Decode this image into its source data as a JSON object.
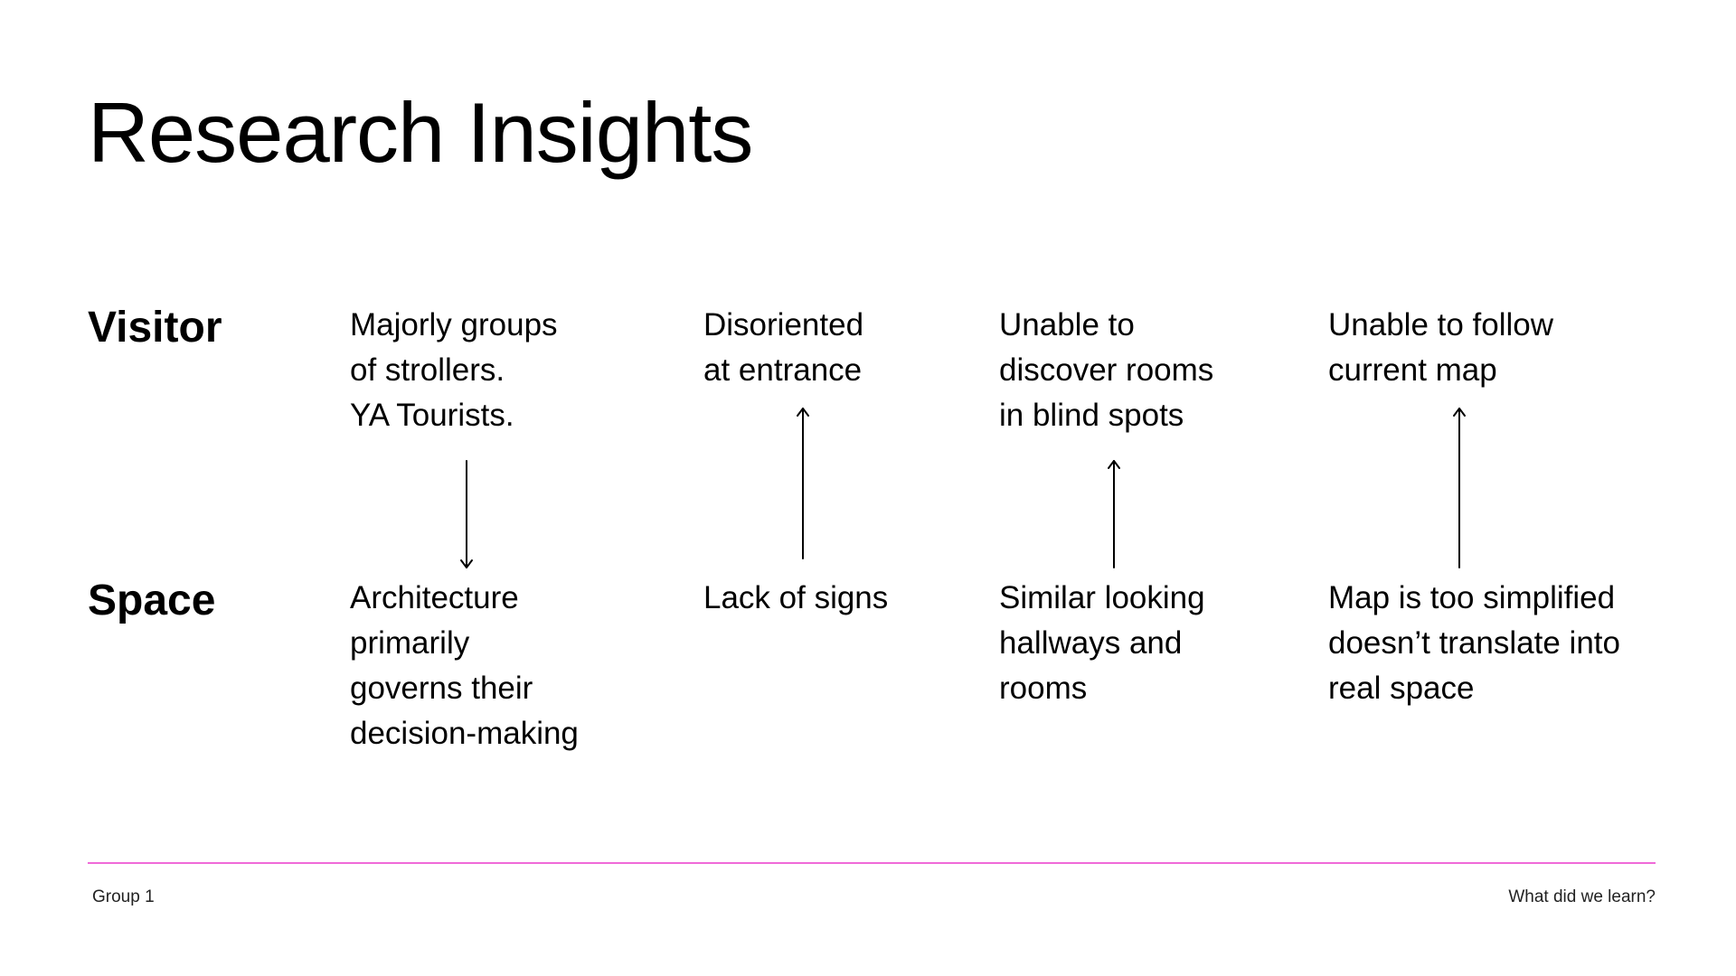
{
  "title": "Research Insights",
  "rows": {
    "visitor_label": "Visitor",
    "space_label": "Space"
  },
  "visitor": [
    {
      "lines": [
        "Majorly groups",
        "of strollers.",
        "YA Tourists."
      ]
    },
    {
      "lines": [
        "Disoriented",
        "at entrance"
      ]
    },
    {
      "lines": [
        "Unable to",
        "discover rooms",
        "in blind spots"
      ]
    },
    {
      "lines": [
        "Unable to follow",
        "current map"
      ]
    }
  ],
  "space": [
    {
      "lines": [
        "Architecture",
        "primarily",
        "governs their",
        "decision-making"
      ]
    },
    {
      "lines": [
        "Lack of signs"
      ]
    },
    {
      "lines": [
        "Similar looking",
        "hallways and",
        "rooms"
      ]
    },
    {
      "lines": [
        "Map is too simplified",
        "doesn’t translate into",
        "real space"
      ]
    }
  ],
  "arrows": [
    {
      "from": "visitor.0",
      "to": "space.0",
      "direction": "down"
    },
    {
      "from": "space.1",
      "to": "visitor.1",
      "direction": "up"
    },
    {
      "from": "space.2",
      "to": "visitor.2",
      "direction": "up"
    },
    {
      "from": "space.3",
      "to": "visitor.3",
      "direction": "up"
    }
  ],
  "footer": {
    "left": "Group 1",
    "right": "What did we learn?",
    "rule_color": "#f06ad8"
  }
}
